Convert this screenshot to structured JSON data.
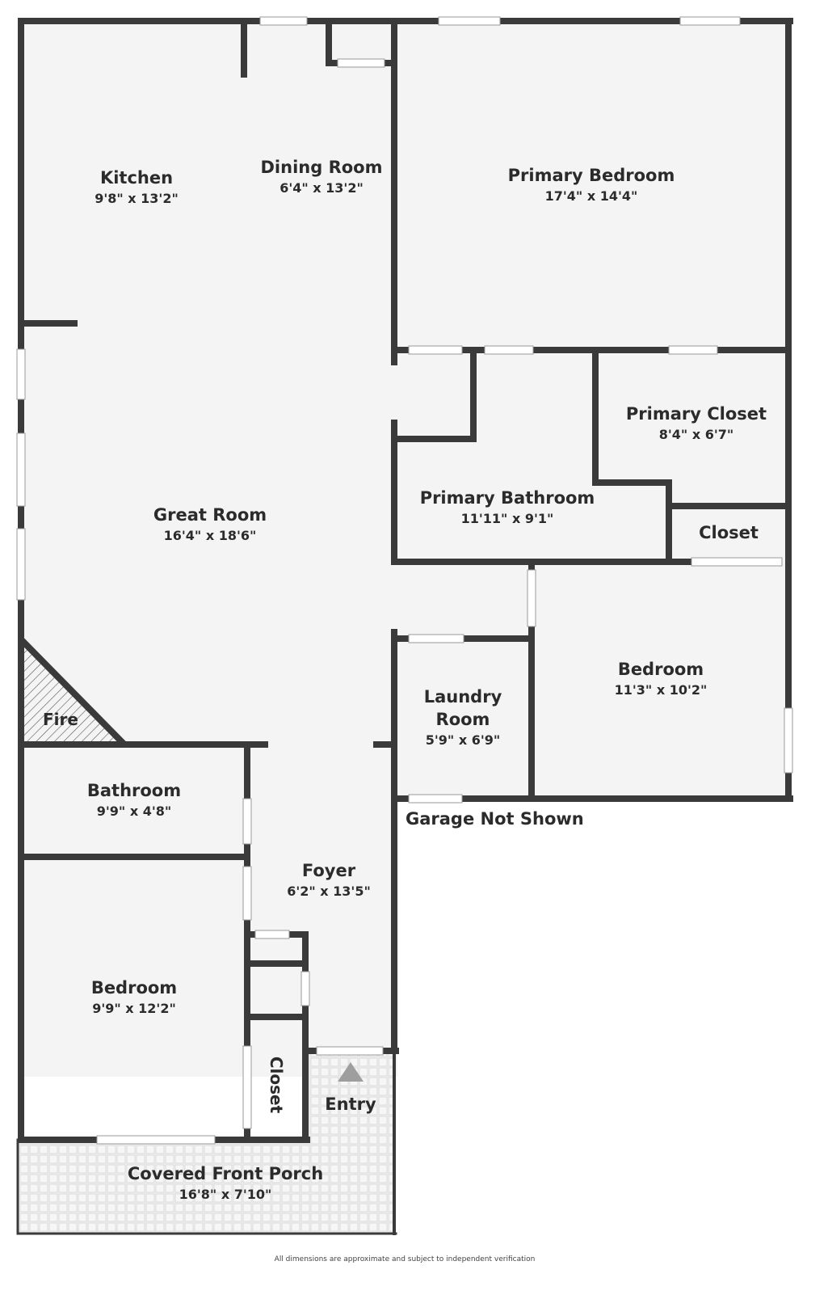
{
  "colors": {
    "floor": "#f4f4f4",
    "wall": "#3a3a3a",
    "text": "#2b2b2b",
    "porch_tile": "#e3e3e3",
    "entry_arrow": "#9e9e9e"
  },
  "rooms": {
    "kitchen": {
      "name": "Kitchen",
      "dims": "9'8\" x 13'2\""
    },
    "dining_room": {
      "name": "Dining Room",
      "dims": "6'4\" x 13'2\""
    },
    "primary_bedroom": {
      "name": "Primary Bedroom",
      "dims": "17'4\" x 14'4\""
    },
    "primary_closet": {
      "name": "Primary Closet",
      "dims": "8'4\" x 6'7\""
    },
    "primary_bathroom": {
      "name": "Primary Bathroom",
      "dims": "11'11\" x 9'1\""
    },
    "closet_right": {
      "name": "Closet"
    },
    "great_room": {
      "name": "Great Room",
      "dims": "16'4\" x 18'6\""
    },
    "laundry_room": {
      "name_line1": "Laundry",
      "name_line2": "Room",
      "dims": "5'9\" x 6'9\""
    },
    "bedroom_right": {
      "name": "Bedroom",
      "dims": "11'3\" x 10'2\""
    },
    "fire": {
      "name": "Fire"
    },
    "bathroom": {
      "name": "Bathroom",
      "dims": "9'9\" x 4'8\""
    },
    "foyer": {
      "name": "Foyer",
      "dims": "6'2\" x 13'5\""
    },
    "bedroom_left": {
      "name": "Bedroom",
      "dims": "9'9\" x 12'2\""
    },
    "closet_small": {
      "name": "Closet"
    },
    "entry": {
      "name": "Entry"
    },
    "covered_front_porch": {
      "name": "Covered Front Porch",
      "dims": "16'8\" x 7'10\""
    }
  },
  "garage_note": "Garage Not Shown",
  "disclaimer": "All dimensions are approximate and subject to independent verification"
}
